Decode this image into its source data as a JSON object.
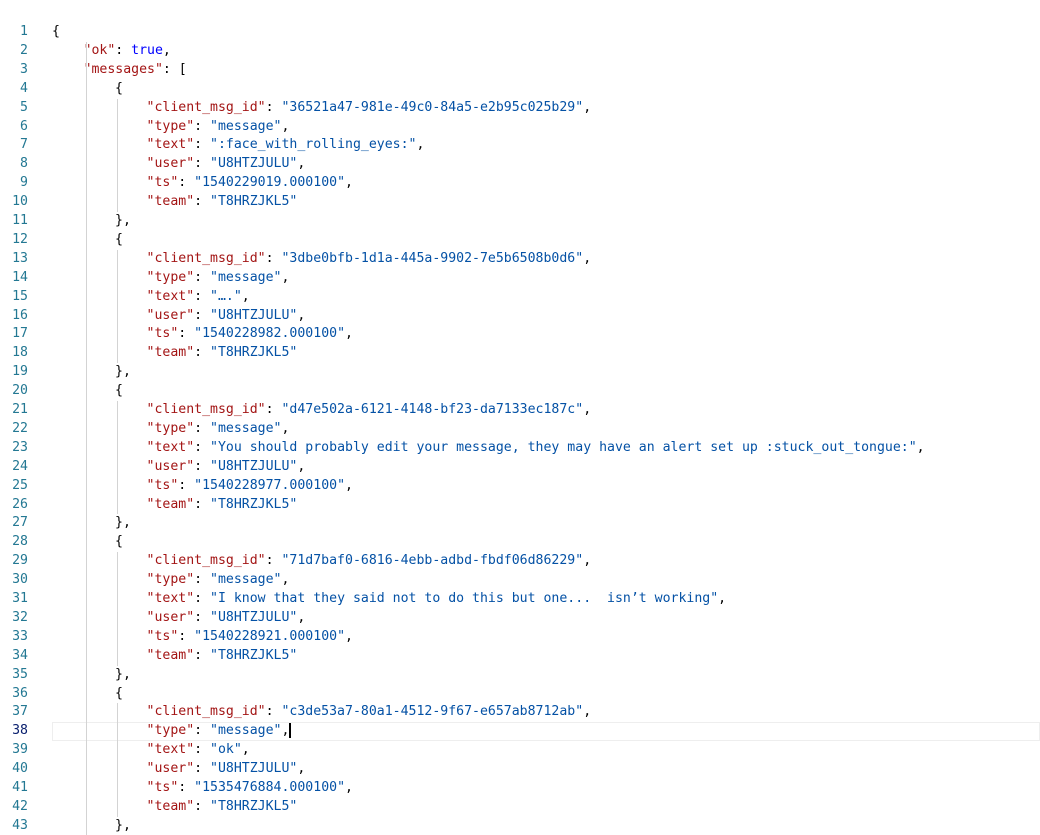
{
  "editor": {
    "active_line": 38,
    "cursor_line": 38,
    "lines": [
      {
        "n": "1",
        "indent": 0,
        "t": [
          [
            "p",
            "{"
          ]
        ]
      },
      {
        "n": "2",
        "indent": 1,
        "t": [
          [
            "k",
            "\"ok\""
          ],
          [
            "p",
            ": "
          ],
          [
            "l",
            "true"
          ],
          [
            "p",
            ","
          ]
        ]
      },
      {
        "n": "3",
        "indent": 1,
        "t": [
          [
            "k",
            "\"messages\""
          ],
          [
            "p",
            ": ["
          ]
        ]
      },
      {
        "n": "4",
        "indent": 2,
        "t": [
          [
            "p",
            "{"
          ]
        ]
      },
      {
        "n": "5",
        "indent": 3,
        "t": [
          [
            "k",
            "\"client_msg_id\""
          ],
          [
            "p",
            ": "
          ],
          [
            "s",
            "\"36521a47-981e-49c0-84a5-e2b95c025b29\""
          ],
          [
            "p",
            ","
          ]
        ]
      },
      {
        "n": "6",
        "indent": 3,
        "t": [
          [
            "k",
            "\"type\""
          ],
          [
            "p",
            ": "
          ],
          [
            "s",
            "\"message\""
          ],
          [
            "p",
            ","
          ]
        ]
      },
      {
        "n": "7",
        "indent": 3,
        "t": [
          [
            "k",
            "\"text\""
          ],
          [
            "p",
            ": "
          ],
          [
            "s",
            "\":face_with_rolling_eyes:\""
          ],
          [
            "p",
            ","
          ]
        ]
      },
      {
        "n": "8",
        "indent": 3,
        "t": [
          [
            "k",
            "\"user\""
          ],
          [
            "p",
            ": "
          ],
          [
            "s",
            "\"U8HTZJULU\""
          ],
          [
            "p",
            ","
          ]
        ]
      },
      {
        "n": "9",
        "indent": 3,
        "t": [
          [
            "k",
            "\"ts\""
          ],
          [
            "p",
            ": "
          ],
          [
            "s",
            "\"1540229019.000100\""
          ],
          [
            "p",
            ","
          ]
        ]
      },
      {
        "n": "10",
        "indent": 3,
        "t": [
          [
            "k",
            "\"team\""
          ],
          [
            "p",
            ": "
          ],
          [
            "s",
            "\"T8HRZJKL5\""
          ]
        ]
      },
      {
        "n": "11",
        "indent": 2,
        "t": [
          [
            "p",
            "},"
          ]
        ]
      },
      {
        "n": "12",
        "indent": 2,
        "t": [
          [
            "p",
            "{"
          ]
        ]
      },
      {
        "n": "13",
        "indent": 3,
        "t": [
          [
            "k",
            "\"client_msg_id\""
          ],
          [
            "p",
            ": "
          ],
          [
            "s",
            "\"3dbe0bfb-1d1a-445a-9902-7e5b6508b0d6\""
          ],
          [
            "p",
            ","
          ]
        ]
      },
      {
        "n": "14",
        "indent": 3,
        "t": [
          [
            "k",
            "\"type\""
          ],
          [
            "p",
            ": "
          ],
          [
            "s",
            "\"message\""
          ],
          [
            "p",
            ","
          ]
        ]
      },
      {
        "n": "15",
        "indent": 3,
        "t": [
          [
            "k",
            "\"text\""
          ],
          [
            "p",
            ": "
          ],
          [
            "s",
            "\"….\""
          ],
          [
            "p",
            ","
          ]
        ]
      },
      {
        "n": "16",
        "indent": 3,
        "t": [
          [
            "k",
            "\"user\""
          ],
          [
            "p",
            ": "
          ],
          [
            "s",
            "\"U8HTZJULU\""
          ],
          [
            "p",
            ","
          ]
        ]
      },
      {
        "n": "17",
        "indent": 3,
        "t": [
          [
            "k",
            "\"ts\""
          ],
          [
            "p",
            ": "
          ],
          [
            "s",
            "\"1540228982.000100\""
          ],
          [
            "p",
            ","
          ]
        ]
      },
      {
        "n": "18",
        "indent": 3,
        "t": [
          [
            "k",
            "\"team\""
          ],
          [
            "p",
            ": "
          ],
          [
            "s",
            "\"T8HRZJKL5\""
          ]
        ]
      },
      {
        "n": "19",
        "indent": 2,
        "t": [
          [
            "p",
            "},"
          ]
        ]
      },
      {
        "n": "20",
        "indent": 2,
        "t": [
          [
            "p",
            "{"
          ]
        ]
      },
      {
        "n": "21",
        "indent": 3,
        "t": [
          [
            "k",
            "\"client_msg_id\""
          ],
          [
            "p",
            ": "
          ],
          [
            "s",
            "\"d47e502a-6121-4148-bf23-da7133ec187c\""
          ],
          [
            "p",
            ","
          ]
        ]
      },
      {
        "n": "22",
        "indent": 3,
        "t": [
          [
            "k",
            "\"type\""
          ],
          [
            "p",
            ": "
          ],
          [
            "s",
            "\"message\""
          ],
          [
            "p",
            ","
          ]
        ]
      },
      {
        "n": "23",
        "indent": 3,
        "t": [
          [
            "k",
            "\"text\""
          ],
          [
            "p",
            ": "
          ],
          [
            "s",
            "\"You should probably edit your message, they may have an alert set up :stuck_out_tongue:\""
          ],
          [
            "p",
            ","
          ]
        ]
      },
      {
        "n": "24",
        "indent": 3,
        "t": [
          [
            "k",
            "\"user\""
          ],
          [
            "p",
            ": "
          ],
          [
            "s",
            "\"U8HTZJULU\""
          ],
          [
            "p",
            ","
          ]
        ]
      },
      {
        "n": "25",
        "indent": 3,
        "t": [
          [
            "k",
            "\"ts\""
          ],
          [
            "p",
            ": "
          ],
          [
            "s",
            "\"1540228977.000100\""
          ],
          [
            "p",
            ","
          ]
        ]
      },
      {
        "n": "26",
        "indent": 3,
        "t": [
          [
            "k",
            "\"team\""
          ],
          [
            "p",
            ": "
          ],
          [
            "s",
            "\"T8HRZJKL5\""
          ]
        ]
      },
      {
        "n": "27",
        "indent": 2,
        "t": [
          [
            "p",
            "},"
          ]
        ]
      },
      {
        "n": "28",
        "indent": 2,
        "t": [
          [
            "p",
            "{"
          ]
        ]
      },
      {
        "n": "29",
        "indent": 3,
        "t": [
          [
            "k",
            "\"client_msg_id\""
          ],
          [
            "p",
            ": "
          ],
          [
            "s",
            "\"71d7baf0-6816-4ebb-adbd-fbdf06d86229\""
          ],
          [
            "p",
            ","
          ]
        ]
      },
      {
        "n": "30",
        "indent": 3,
        "t": [
          [
            "k",
            "\"type\""
          ],
          [
            "p",
            ": "
          ],
          [
            "s",
            "\"message\""
          ],
          [
            "p",
            ","
          ]
        ]
      },
      {
        "n": "31",
        "indent": 3,
        "t": [
          [
            "k",
            "\"text\""
          ],
          [
            "p",
            ": "
          ],
          [
            "s",
            "\"I know that they said not to do this but one...  isn’t working\""
          ],
          [
            "p",
            ","
          ]
        ]
      },
      {
        "n": "32",
        "indent": 3,
        "t": [
          [
            "k",
            "\"user\""
          ],
          [
            "p",
            ": "
          ],
          [
            "s",
            "\"U8HTZJULU\""
          ],
          [
            "p",
            ","
          ]
        ]
      },
      {
        "n": "33",
        "indent": 3,
        "t": [
          [
            "k",
            "\"ts\""
          ],
          [
            "p",
            ": "
          ],
          [
            "s",
            "\"1540228921.000100\""
          ],
          [
            "p",
            ","
          ]
        ]
      },
      {
        "n": "34",
        "indent": 3,
        "t": [
          [
            "k",
            "\"team\""
          ],
          [
            "p",
            ": "
          ],
          [
            "s",
            "\"T8HRZJKL5\""
          ]
        ]
      },
      {
        "n": "35",
        "indent": 2,
        "t": [
          [
            "p",
            "},"
          ]
        ]
      },
      {
        "n": "36",
        "indent": 2,
        "t": [
          [
            "p",
            "{"
          ]
        ]
      },
      {
        "n": "37",
        "indent": 3,
        "t": [
          [
            "k",
            "\"client_msg_id\""
          ],
          [
            "p",
            ": "
          ],
          [
            "s",
            "\"c3de53a7-80a1-4512-9f67-e657ab8712ab\""
          ],
          [
            "p",
            ","
          ]
        ]
      },
      {
        "n": "38",
        "indent": 3,
        "t": [
          [
            "k",
            "\"type\""
          ],
          [
            "p",
            ": "
          ],
          [
            "s",
            "\"message\""
          ],
          [
            "p",
            ","
          ]
        ]
      },
      {
        "n": "39",
        "indent": 3,
        "t": [
          [
            "k",
            "\"text\""
          ],
          [
            "p",
            ": "
          ],
          [
            "s",
            "\"ok\""
          ],
          [
            "p",
            ","
          ]
        ]
      },
      {
        "n": "40",
        "indent": 3,
        "t": [
          [
            "k",
            "\"user\""
          ],
          [
            "p",
            ": "
          ],
          [
            "s",
            "\"U8HTZJULU\""
          ],
          [
            "p",
            ","
          ]
        ]
      },
      {
        "n": "41",
        "indent": 3,
        "t": [
          [
            "k",
            "\"ts\""
          ],
          [
            "p",
            ": "
          ],
          [
            "s",
            "\"1535476884.000100\""
          ],
          [
            "p",
            ","
          ]
        ]
      },
      {
        "n": "42",
        "indent": 3,
        "t": [
          [
            "k",
            "\"team\""
          ],
          [
            "p",
            ": "
          ],
          [
            "s",
            "\"T8HRZJKL5\""
          ]
        ]
      },
      {
        "n": "43",
        "indent": 2,
        "t": [
          [
            "p",
            "},"
          ]
        ]
      }
    ]
  },
  "colors": {
    "key": "#a31515",
    "string": "#0451a5",
    "literal": "#0000ff",
    "line_number": "#237893",
    "active_line_number": "#0b216f"
  }
}
